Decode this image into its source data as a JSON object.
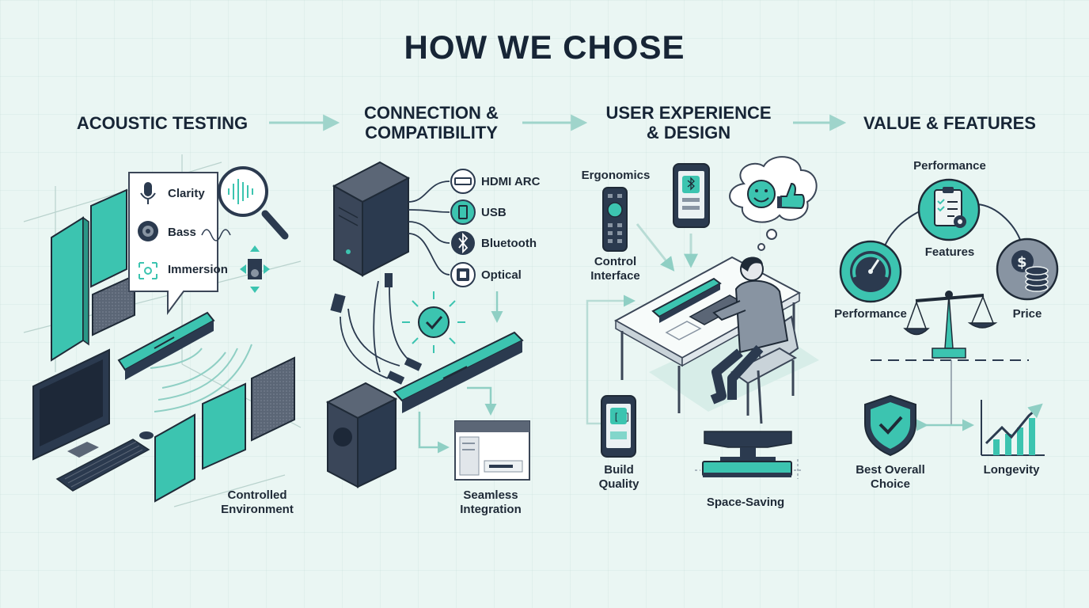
{
  "title": "HOW WE CHOSE",
  "sections": {
    "acoustic": {
      "title": "ACOUSTIC TESTING",
      "items": [
        "Clarity",
        "Bass",
        "Immersion"
      ],
      "environment": "Controlled\nEnvironment"
    },
    "connection": {
      "title": "CONNECTION &\nCOMPATIBILITY",
      "ports": [
        "HDMI ARC",
        "USB",
        "Bluetooth",
        "Optical"
      ],
      "integration": "Seamless\nIntegration"
    },
    "ux": {
      "title": "USER EXPERIENCE\n& DESIGN",
      "ergonomics": "Ergonomics",
      "control": "Control\nInterface",
      "build": "Build\nQuality",
      "space": "Space-Saving"
    },
    "value": {
      "title": "VALUE & FEATURES",
      "performance_top": "Performance",
      "features": "Features",
      "performance": "Performance",
      "price": "Price",
      "best": "Best Overall\nChoice",
      "longevity": "Longevity"
    }
  },
  "colors": {
    "teal": "#3cc4b0",
    "dark": "#2b3a4f",
    "background": "#eaf6f3"
  }
}
